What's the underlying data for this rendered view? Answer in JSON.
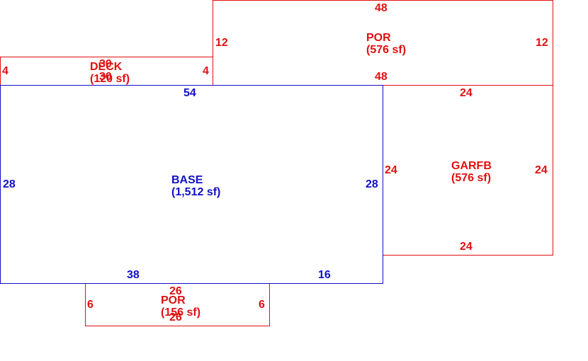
{
  "colors": {
    "red": "#e01010",
    "blue": "#1010c8"
  },
  "areas": {
    "por_top": {
      "name": "POR",
      "area": "(576 sf)",
      "top": "48",
      "bottom": "48",
      "left": "12",
      "right": "12"
    },
    "deck": {
      "name": "DECK",
      "area": "(120 sf)",
      "top": "30",
      "bottom": "30",
      "left": "4",
      "right": "4"
    },
    "base": {
      "name": "BASE",
      "area": "(1,512 sf)",
      "top": "54",
      "bottom_left": "38",
      "bottom_right": "16",
      "left": "28",
      "right": "28"
    },
    "garfb": {
      "name": "GARFB",
      "area": "(576 sf)",
      "top": "24",
      "bottom": "24",
      "left": "24",
      "right": "24"
    },
    "por_bottom": {
      "name": "POR",
      "area": "(156 sf)",
      "top": "26",
      "bottom": "26",
      "left": "6",
      "right": "6"
    }
  }
}
